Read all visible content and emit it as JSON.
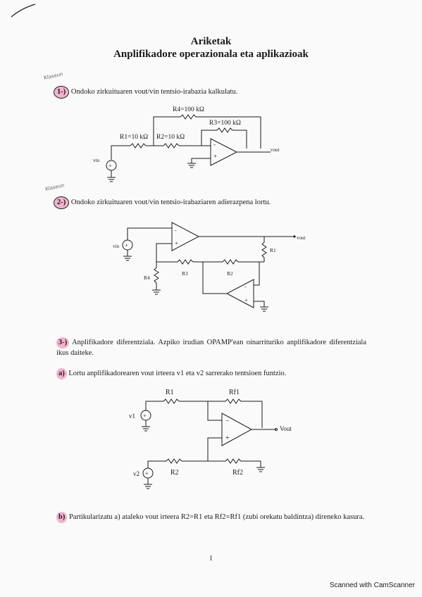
{
  "title": "Ariketak",
  "subtitle": "Anplifikadore operazionala eta aplikazioak",
  "q1": {
    "num": "1-)",
    "text": "Ondoko zirkuituaren vout/vin tentsio-irabazia kalkulatu."
  },
  "q2": {
    "num": "2-)",
    "text": "Ondoko zirkuituaren vout/vin tentsio-irabaziaren adierazpena lortu."
  },
  "q3": {
    "num": "3-)",
    "text": "Anplifikadore diferentziala. Azpiko irudian OPAMP'ean oinarrituriko anplifikadore diferentziala ikus daiteke."
  },
  "q3a": {
    "num": "a)",
    "text": "Lortu anplifikadorearen vout irteera v1 eta v2 sarrerako tentsioen funtzio."
  },
  "q3b": {
    "num": "b)",
    "text": "Partikularizatu a) ataleko vout irteera R2=R1 eta Rf2=Rf1 (zubi orekatu baldintza) direneko kasura."
  },
  "margin_note_1": "Klaseun",
  "margin_note_2": "Klaseun",
  "circuit1": {
    "r4": "R4=100 kΩ",
    "r3": "R3=100 kΩ",
    "r1": "R1=10 kΩ",
    "r2": "R2=10 kΩ",
    "vin": "vin",
    "vout": "vout",
    "minus": "-",
    "plus": "+"
  },
  "circuit2": {
    "vin": "vin",
    "vout": "vout",
    "r1": "R1",
    "r2": "R2",
    "r3": "R3",
    "r4": "R4",
    "minus": "-",
    "plus": "+"
  },
  "circuit3": {
    "r1": "R1",
    "rf1": "Rf1",
    "r2": "R2",
    "rf2": "Rf2",
    "v1": "v1",
    "v2": "v2",
    "vout": "Vout",
    "minus": "−",
    "plus": "+"
  },
  "page_number": "1",
  "scanner_text": "Scanned with CamScanner"
}
